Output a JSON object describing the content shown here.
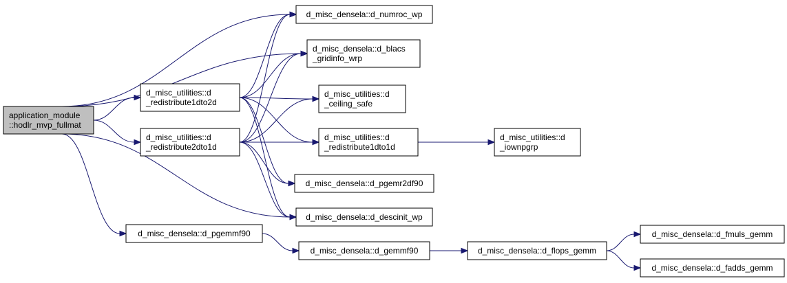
{
  "graph": {
    "nodes": {
      "root": {
        "lines": [
          "application_module",
          "::hodlr_mvp_fullmat"
        ],
        "highlight": true
      },
      "numroc": {
        "lines": [
          "d_misc_densela::d_numroc_wp"
        ]
      },
      "blacs": {
        "lines": [
          "d_misc_densela::d_blacs",
          "_gridinfo_wrp"
        ]
      },
      "r1to2": {
        "lines": [
          "d_misc_utilities::d",
          "_redistribute1dto2d"
        ]
      },
      "r2to1": {
        "lines": [
          "d_misc_utilities::d",
          "_redistribute2dto1d"
        ]
      },
      "ceil": {
        "lines": [
          "d_misc_utilities::d",
          "_ceiling_safe"
        ]
      },
      "r1to1": {
        "lines": [
          "d_misc_utilities::d",
          "_redistribute1dto1d"
        ]
      },
      "iown": {
        "lines": [
          "d_misc_utilities::d",
          "_iownpgrp"
        ]
      },
      "pgemr": {
        "lines": [
          "d_misc_densela::d_pgemr2df90"
        ]
      },
      "descinit": {
        "lines": [
          "d_misc_densela::d_descinit_wp"
        ]
      },
      "pgemmf": {
        "lines": [
          "d_misc_densela::d_pgemmf90"
        ]
      },
      "gemmf": {
        "lines": [
          "d_misc_densela::d_gemmf90"
        ]
      },
      "flops": {
        "lines": [
          "d_misc_densela::d_flops_gemm"
        ]
      },
      "fmuls": {
        "lines": [
          "d_misc_densela::d_fmuls_gemm"
        ]
      },
      "fadds": {
        "lines": [
          "d_misc_densela::d_fadds_gemm"
        ]
      }
    },
    "edges": [
      [
        "root",
        "numroc"
      ],
      [
        "root",
        "blacs"
      ],
      [
        "root",
        "r1to2"
      ],
      [
        "root",
        "r2to1"
      ],
      [
        "root",
        "descinit"
      ],
      [
        "root",
        "pgemmf"
      ],
      [
        "r1to2",
        "numroc"
      ],
      [
        "r1to2",
        "blacs"
      ],
      [
        "r1to2",
        "ceil"
      ],
      [
        "r1to2",
        "r1to1"
      ],
      [
        "r1to2",
        "pgemr"
      ],
      [
        "r1to2",
        "descinit"
      ],
      [
        "r2to1",
        "numroc"
      ],
      [
        "r2to1",
        "blacs"
      ],
      [
        "r2to1",
        "ceil"
      ],
      [
        "r2to1",
        "r1to1"
      ],
      [
        "r2to1",
        "pgemr"
      ],
      [
        "r2to1",
        "descinit"
      ],
      [
        "r1to1",
        "iown"
      ],
      [
        "pgemmf",
        "gemmf"
      ],
      [
        "gemmf",
        "flops"
      ],
      [
        "flops",
        "fmuls"
      ],
      [
        "flops",
        "fadds"
      ]
    ]
  }
}
